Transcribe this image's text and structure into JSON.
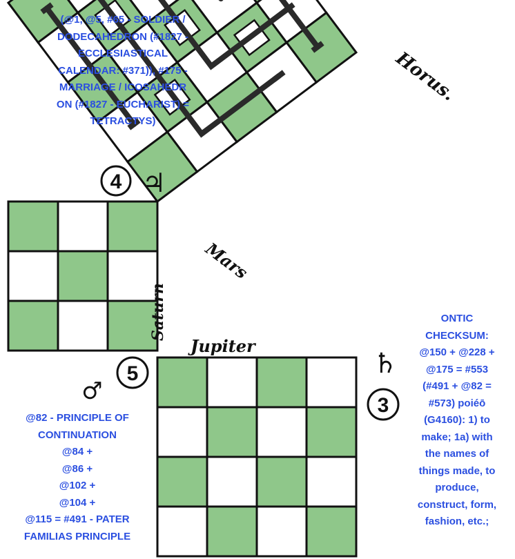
{
  "colors": {
    "green": "#8fc78a",
    "line": "#111111",
    "text_blue": "#2b4fe0"
  },
  "labels": {
    "horus": "Horus.",
    "mars": "Mars",
    "saturn": "Saturn",
    "jupiter": "Jupiter",
    "jupiter_symbol": "♃",
    "saturn_symbol": "♄",
    "mars_symbol": "♂",
    "circle_4": "4",
    "circle_5": "5",
    "circle_3": "3"
  },
  "notes": {
    "top": [
      "(@1, @5, #65 - SOLDIER /",
      "DODECAHEDRON (#1827 -",
      "ECCLESIASTICAL",
      "CALENDAR: #371)), #175 -",
      "MARRIAGE / ICOSAHEDR",
      "ON (#1827 - EUCHARIST) =",
      "TETRACTYS)"
    ],
    "right": [
      "ONTIC",
      "CHECKSUM:",
      "@150 + @228 +",
      "@175 = #553",
      "(#491 + @82 =",
      "#573) poiéō",
      "(G4160): 1) to",
      "make; 1a) with",
      "the names of",
      "things made, to",
      "produce,",
      "construct, form,",
      "fashion, etc.;"
    ],
    "left": [
      "@82 - PRINCIPLE OF",
      "CONTINUATION",
      "@84 +",
      "@86 +",
      "@102 +",
      "@104 +",
      "@115 = #491 - PATER",
      "FAMILIAS PRINCIPLE"
    ]
  }
}
